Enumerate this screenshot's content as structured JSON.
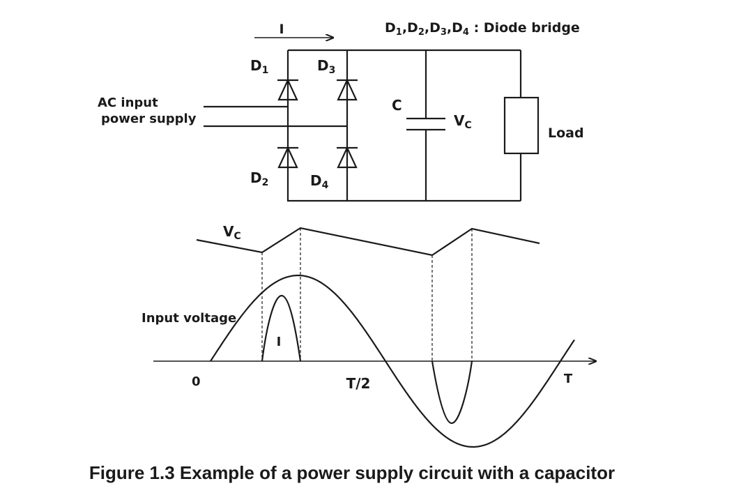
{
  "circuit": {
    "current_label": "I",
    "legend_prefix": "D",
    "legend_suffix": " : Diode bridge",
    "d1": {
      "letter": "D",
      "sub": "1"
    },
    "d2": {
      "letter": "D",
      "sub": "2"
    },
    "d3": {
      "letter": "D",
      "sub": "3"
    },
    "d4": {
      "letter": "D",
      "sub": "4"
    },
    "input_label_line1": "AC input",
    "input_label_line2": "power supply",
    "capacitor_label": "C",
    "vc": {
      "letter": "V",
      "sub": "C"
    },
    "load_label": "Load"
  },
  "waveform": {
    "vc": {
      "letter": "V",
      "sub": "C"
    },
    "input_label": "Input voltage",
    "current_label": "I",
    "origin_label": "0",
    "half_period_label": "T/2",
    "period_label": "T"
  },
  "caption": "Figure 1.3 Example of a power supply circuit with a capacitor"
}
